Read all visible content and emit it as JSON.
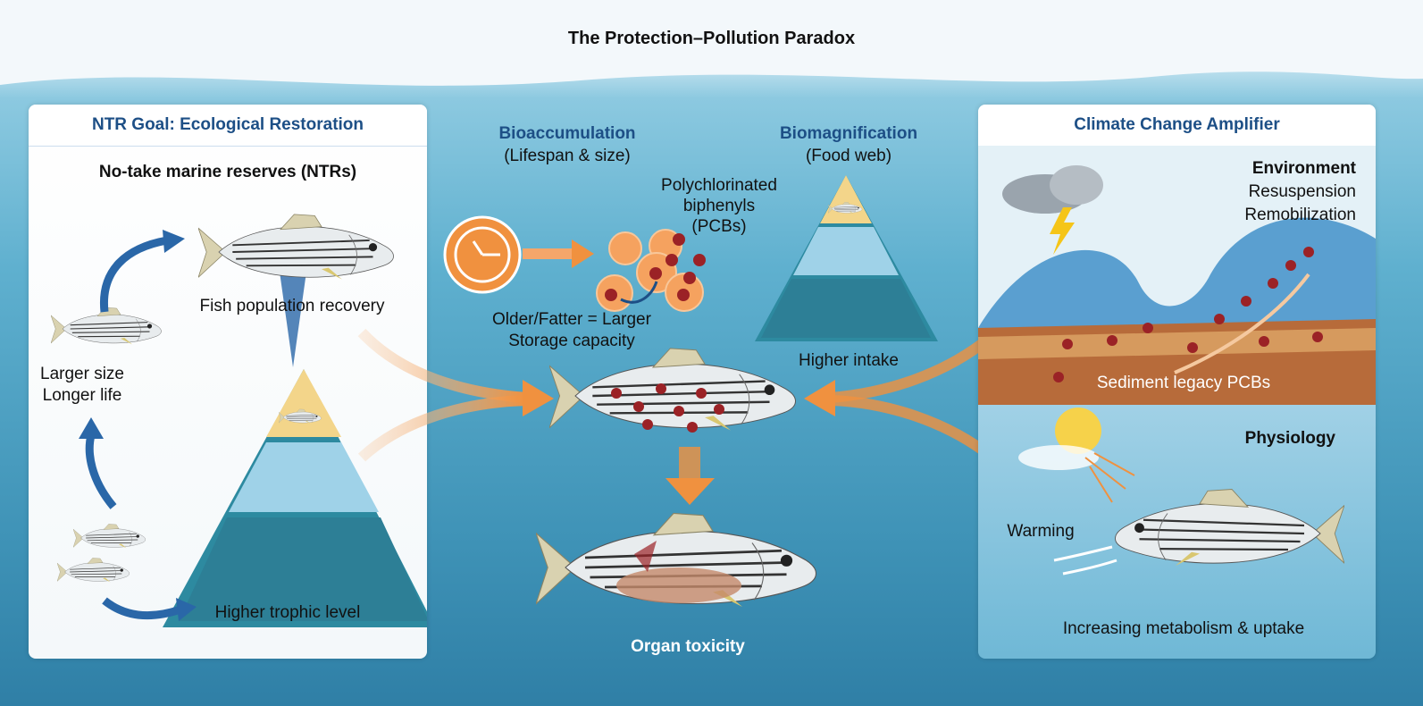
{
  "title": "The Protection–Pollution Paradox",
  "left_panel": {
    "header": "NTR Goal: Ecological Restoration",
    "subtitle": "No-take marine reserves (NTRs)",
    "recovery": "Fish population recovery",
    "size_line1": "Larger size",
    "size_line2": "Longer life",
    "trophic": "Higher trophic level"
  },
  "center": {
    "bioacc_title": "Bioaccumulation",
    "bioacc_sub": "(Lifespan & size)",
    "pcb_line1": "Polychlorinated",
    "pcb_line2": "biphenyls",
    "pcb_line3": "(PCBs)",
    "storage_line1": "Older/Fatter = Larger",
    "storage_line2": "Storage capacity",
    "biomag_title": "Biomagnification",
    "biomag_sub": "(Food web)",
    "intake": "Higher intake",
    "toxicity": "Organ toxicity"
  },
  "right_panel": {
    "header": "Climate Change Amplifier",
    "env_title": "Environment",
    "env_line1": "Resuspension",
    "env_line2": "Remobilization",
    "sediment": "Sediment legacy PCBs",
    "phys_title": "Physiology",
    "warming": "Warming",
    "metabolism": "Increasing metabolism & uptake"
  },
  "colors": {
    "accent_blue": "#1d4f86",
    "orange": "#f0913f",
    "pcb_red": "#9b2226"
  }
}
